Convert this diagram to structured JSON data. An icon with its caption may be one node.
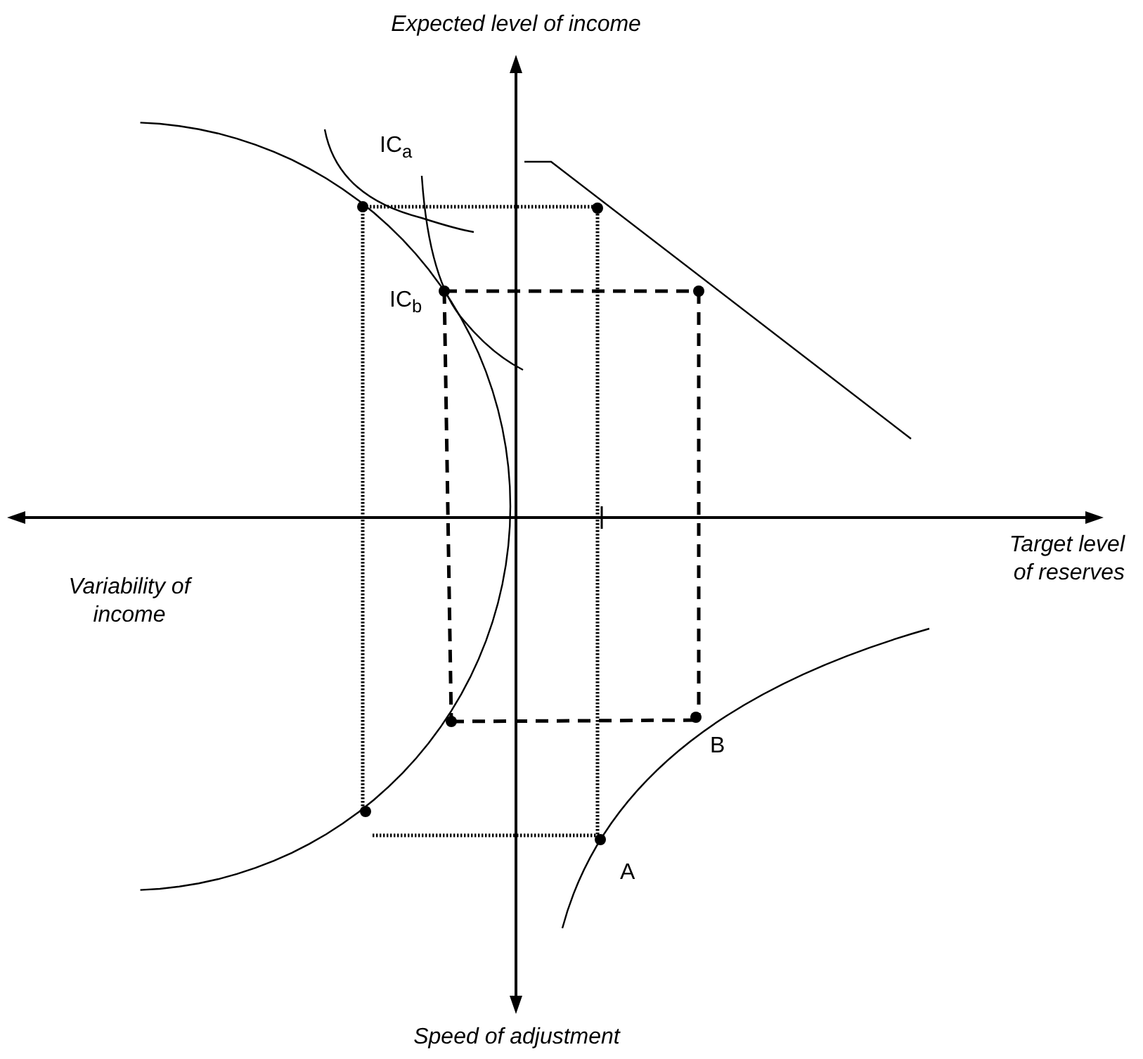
{
  "diagram": {
    "labels": [
      "Expected level of income",
      "IC$_{a}$",
      "IC$_{b}$",
      "Target level of reserves",
      "Variability of income",
      "B",
      "A",
      "Speed of adjustment"
    ]
  }
}
